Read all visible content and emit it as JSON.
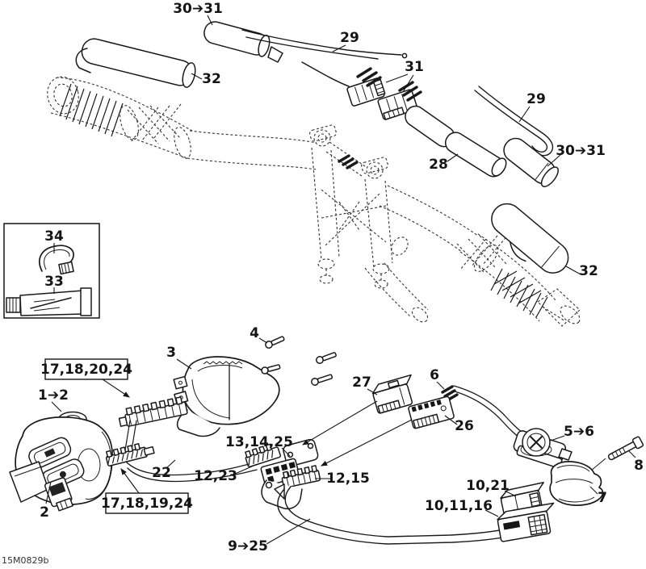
{
  "document": {
    "drawing_code": "15M0829b"
  },
  "colors": {
    "line": "#1a1a1a",
    "background": "#ffffff"
  },
  "callouts": {
    "c30_31_top": "30➔31",
    "c29_top": "29",
    "c32_left": "32",
    "c31": "31",
    "c29_right": "29",
    "c28": "28",
    "c30_31_right": "30➔31",
    "c32_right": "32",
    "c34": "34",
    "c33": "33",
    "c4": "4",
    "c3": "3",
    "box_upper": "17,18,20,24",
    "c1_2": "1➔2",
    "c2": "2",
    "box_lower": "17,18,19,24",
    "c22": "22",
    "c13_14_25": "13,14,25",
    "c12_23": "12,23",
    "c12_15": "12,15",
    "c9_25": "9➔25",
    "c27": "27",
    "c6": "6",
    "c26": "26",
    "c5_6": "5➔6",
    "c8": "8",
    "c7": "7",
    "c10_21": "10,21",
    "c10_11_16": "10,11,16"
  }
}
